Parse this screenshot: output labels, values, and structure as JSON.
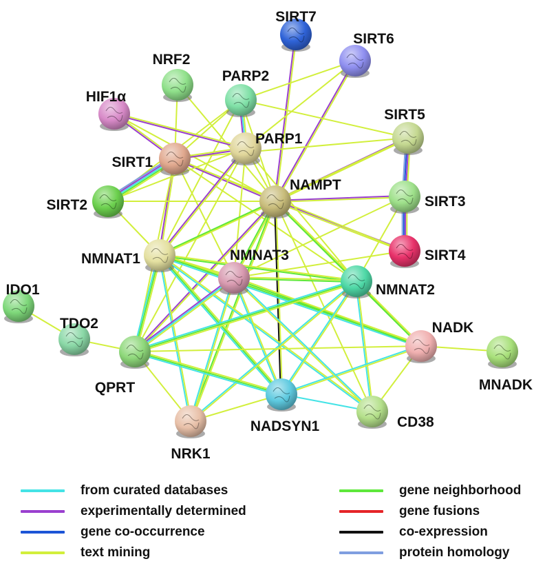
{
  "nodes": [
    {
      "id": "SIRT7",
      "label": "SIRT7",
      "color": "#2f63d8"
    },
    {
      "id": "SIRT6",
      "label": "SIRT6",
      "color": "#8f8ff0"
    },
    {
      "id": "NRF2",
      "label": "NRF2",
      "color": "#8fe08a"
    },
    {
      "id": "PARP2",
      "label": "PARP2",
      "color": "#7fe0a6"
    },
    {
      "id": "HIF1a",
      "label": "HIF1α",
      "color": "#d88ac8"
    },
    {
      "id": "SIRT5",
      "label": "SIRT5",
      "color": "#c4d890"
    },
    {
      "id": "PARP1",
      "label": "PARP1",
      "color": "#e0d69a"
    },
    {
      "id": "SIRT1",
      "label": "SIRT1",
      "color": "#e0a88e"
    },
    {
      "id": "NAMPT",
      "label": "NAMPT",
      "color": "#c8bc7a"
    },
    {
      "id": "SIRT2",
      "label": "SIRT2",
      "color": "#6cd04e"
    },
    {
      "id": "SIRT3",
      "label": "SIRT3",
      "color": "#9ee08a"
    },
    {
      "id": "NMNAT1",
      "label": "NMNAT1",
      "color": "#e4e0a0"
    },
    {
      "id": "NMNAT3",
      "label": "NMNAT3",
      "color": "#d89ab0"
    },
    {
      "id": "SIRT4",
      "label": "SIRT4",
      "color": "#e8326a"
    },
    {
      "id": "IDO1",
      "label": "IDO1",
      "color": "#7ed87a"
    },
    {
      "id": "NMNAT2",
      "label": "NMNAT2",
      "color": "#4ed8a6"
    },
    {
      "id": "TDO2",
      "label": "TDO2",
      "color": "#8ad8a6"
    },
    {
      "id": "NADK",
      "label": "NADK",
      "color": "#f0b0b0"
    },
    {
      "id": "MNADK",
      "label": "MNADK",
      "color": "#a8e07a"
    },
    {
      "id": "QPRT",
      "label": "QPRT",
      "color": "#8ed87a"
    },
    {
      "id": "NADSYN1",
      "label": "NADSYN1",
      "color": "#5ecae0"
    },
    {
      "id": "CD38",
      "label": "CD38",
      "color": "#b4e08a"
    },
    {
      "id": "NRK1",
      "label": "NRK1",
      "color": "#e8c0a8"
    }
  ],
  "edges": [
    {
      "source": "SIRT7",
      "target": "NAMPT",
      "types": [
        "experimental",
        "textmining"
      ]
    },
    {
      "source": "SIRT6",
      "target": "NAMPT",
      "types": [
        "experimental",
        "textmining"
      ]
    },
    {
      "source": "SIRT6",
      "target": "PARP1",
      "types": [
        "textmining"
      ]
    },
    {
      "source": "SIRT6",
      "target": "PARP2",
      "types": [
        "textmining"
      ]
    },
    {
      "source": "NRF2",
      "target": "NAMPT",
      "types": [
        "textmining"
      ]
    },
    {
      "source": "NRF2",
      "target": "SIRT1",
      "types": [
        "textmining"
      ]
    },
    {
      "source": "PARP2",
      "target": "PARP1",
      "types": [
        "database",
        "experimental",
        "textmining"
      ]
    },
    {
      "source": "PARP2",
      "target": "SIRT1",
      "types": [
        "textmining"
      ]
    },
    {
      "source": "PARP2",
      "target": "NAMPT",
      "types": [
        "textmining"
      ]
    },
    {
      "source": "PARP2",
      "target": "SIRT2",
      "types": [
        "textmining"
      ]
    },
    {
      "source": "PARP2",
      "target": "NMNAT1",
      "types": [
        "textmining"
      ]
    },
    {
      "source": "PARP2",
      "target": "SIRT5",
      "types": [
        "textmining"
      ]
    },
    {
      "source": "HIF1a",
      "target": "SIRT1",
      "types": [
        "experimental",
        "textmining"
      ]
    },
    {
      "source": "HIF1a",
      "target": "NAMPT",
      "types": [
        "textmining"
      ]
    },
    {
      "source": "HIF1a",
      "target": "PARP1",
      "types": [
        "experimental",
        "textmining"
      ]
    },
    {
      "source": "SIRT5",
      "target": "SIRT3",
      "types": [
        "experimental",
        "cooccurrence",
        "textmining",
        "homology"
      ]
    },
    {
      "source": "SIRT5",
      "target": "NAMPT",
      "types": [
        "experimental",
        "textmining"
      ]
    },
    {
      "source": "SIRT5",
      "target": "SIRT1",
      "types": [
        "textmining"
      ]
    },
    {
      "source": "SIRT5",
      "target": "NMNAT1",
      "types": [
        "textmining"
      ]
    },
    {
      "source": "SIRT3",
      "target": "SIRT4",
      "types": [
        "experimental",
        "cooccurrence",
        "textmining",
        "homology"
      ]
    },
    {
      "source": "SIRT3",
      "target": "NAMPT",
      "types": [
        "experimental",
        "textmining"
      ]
    },
    {
      "source": "SIRT3",
      "target": "NMNAT3",
      "types": [
        "textmining"
      ]
    },
    {
      "source": "SIRT3",
      "target": "NMNAT2",
      "types": [
        "textmining"
      ]
    },
    {
      "source": "SIRT4",
      "target": "NAMPT",
      "types": [
        "experimental",
        "textmining"
      ]
    },
    {
      "source": "SIRT4",
      "target": "NMNAT3",
      "types": [
        "textmining"
      ]
    },
    {
      "source": "SIRT4",
      "target": "SIRT1",
      "types": [
        "textmining"
      ]
    },
    {
      "source": "SIRT1",
      "target": "SIRT2",
      "types": [
        "database",
        "experimental",
        "textmining",
        "homology",
        "neighborhood"
      ]
    },
    {
      "source": "SIRT1",
      "target": "NAMPT",
      "types": [
        "experimental",
        "textmining"
      ]
    },
    {
      "source": "SIRT1",
      "target": "PARP1",
      "types": [
        "experimental",
        "textmining"
      ]
    },
    {
      "source": "SIRT1",
      "target": "NMNAT1",
      "types": [
        "experimental",
        "textmining"
      ]
    },
    {
      "source": "SIRT1",
      "target": "NMNAT2",
      "types": [
        "textmining"
      ]
    },
    {
      "source": "SIRT1",
      "target": "NMNAT3",
      "types": [
        "textmining"
      ]
    },
    {
      "source": "SIRT1",
      "target": "QPRT",
      "types": [
        "textmining"
      ]
    },
    {
      "source": "SIRT2",
      "target": "NAMPT",
      "types": [
        "textmining"
      ]
    },
    {
      "source": "SIRT2",
      "target": "NMNAT1",
      "types": [
        "textmining"
      ]
    },
    {
      "source": "SIRT2",
      "target": "PARP1",
      "types": [
        "textmining"
      ]
    },
    {
      "source": "PARP1",
      "target": "NAMPT",
      "types": [
        "textmining"
      ]
    },
    {
      "source": "PARP1",
      "target": "NMNAT1",
      "types": [
        "experimental",
        "textmining"
      ]
    },
    {
      "source": "PARP1",
      "target": "NMNAT2",
      "types": [
        "textmining"
      ]
    },
    {
      "source": "PARP1",
      "target": "NMNAT3",
      "types": [
        "textmining"
      ]
    },
    {
      "source": "PARP1",
      "target": "QPRT",
      "types": [
        "textmining"
      ]
    },
    {
      "source": "NAMPT",
      "target": "NMNAT1",
      "types": [
        "neighborhood",
        "textmining"
      ]
    },
    {
      "source": "NAMPT",
      "target": "NMNAT2",
      "types": [
        "neighborhood",
        "textmining"
      ]
    },
    {
      "source": "NAMPT",
      "target": "NMNAT3",
      "types": [
        "neighborhood",
        "textmining"
      ]
    },
    {
      "source": "NAMPT",
      "target": "NADSYN1",
      "types": [
        "coexpression",
        "textmining"
      ]
    },
    {
      "source": "NAMPT",
      "target": "QPRT",
      "types": [
        "experimental",
        "textmining"
      ]
    },
    {
      "source": "NAMPT",
      "target": "NRK1",
      "types": [
        "neighborhood",
        "textmining"
      ]
    },
    {
      "source": "NAMPT",
      "target": "NADK",
      "types": [
        "neighborhood",
        "textmining"
      ]
    },
    {
      "source": "NAMPT",
      "target": "CD38",
      "types": [
        "textmining"
      ]
    },
    {
      "source": "NMNAT1",
      "target": "NMNAT3",
      "types": [
        "neighborhood",
        "textmining"
      ]
    },
    {
      "source": "NMNAT1",
      "target": "NMNAT2",
      "types": [
        "neighborhood",
        "textmining"
      ]
    },
    {
      "source": "NMNAT1",
      "target": "QPRT",
      "types": [
        "database",
        "neighborhood",
        "textmining"
      ]
    },
    {
      "source": "NMNAT1",
      "target": "NADSYN1",
      "types": [
        "database",
        "neighborhood",
        "textmining"
      ]
    },
    {
      "source": "NMNAT1",
      "target": "NRK1",
      "types": [
        "database",
        "textmining"
      ]
    },
    {
      "source": "NMNAT1",
      "target": "NADK",
      "types": [
        "database",
        "neighborhood",
        "textmining"
      ]
    },
    {
      "source": "NMNAT1",
      "target": "CD38",
      "types": [
        "database",
        "textmining"
      ]
    },
    {
      "source": "NMNAT3",
      "target": "NMNAT2",
      "types": [
        "neighborhood",
        "textmining"
      ]
    },
    {
      "source": "NMNAT3",
      "target": "QPRT",
      "types": [
        "database",
        "experimental",
        "textmining"
      ]
    },
    {
      "source": "NMNAT3",
      "target": "NADSYN1",
      "types": [
        "database",
        "textmining"
      ]
    },
    {
      "source": "NMNAT3",
      "target": "NRK1",
      "types": [
        "database",
        "textmining"
      ]
    },
    {
      "source": "NMNAT3",
      "target": "NADK",
      "types": [
        "neighborhood",
        "textmining"
      ]
    },
    {
      "source": "NMNAT2",
      "target": "QPRT",
      "types": [
        "database",
        "neighborhood",
        "textmining"
      ]
    },
    {
      "source": "NMNAT2",
      "target": "NADSYN1",
      "types": [
        "database",
        "textmining"
      ]
    },
    {
      "source": "NMNAT2",
      "target": "NRK1",
      "types": [
        "database",
        "textmining"
      ]
    },
    {
      "source": "NMNAT2",
      "target": "NADK",
      "types": [
        "neighborhood",
        "textmining"
      ]
    },
    {
      "source": "NMNAT2",
      "target": "CD38",
      "types": [
        "database",
        "textmining"
      ]
    },
    {
      "source": "NADK",
      "target": "MNADK",
      "types": [
        "textmining"
      ]
    },
    {
      "source": "NADK",
      "target": "NADSYN1",
      "types": [
        "database",
        "textmining"
      ]
    },
    {
      "source": "NADK",
      "target": "CD38",
      "types": [
        "textmining"
      ]
    },
    {
      "source": "NADK",
      "target": "QPRT",
      "types": [
        "textmining"
      ]
    },
    {
      "source": "CD38",
      "target": "NADSYN1",
      "types": [
        "database"
      ]
    },
    {
      "source": "CD38",
      "target": "NMNAT3",
      "types": [
        "database",
        "textmining"
      ]
    },
    {
      "source": "QPRT",
      "target": "NADSYN1",
      "types": [
        "database",
        "neighborhood",
        "textmining"
      ]
    },
    {
      "source": "QPRT",
      "target": "NRK1",
      "types": [
        "textmining"
      ]
    },
    {
      "source": "QPRT",
      "target": "TDO2",
      "types": [
        "textmining"
      ]
    },
    {
      "source": "TDO2",
      "target": "IDO1",
      "types": [
        "textmining"
      ]
    },
    {
      "source": "NRK1",
      "target": "NADSYN1",
      "types": [
        "textmining"
      ]
    }
  ],
  "legend": {
    "items": [
      {
        "key": "database",
        "label": "from curated databases",
        "color": "#44e3e6"
      },
      {
        "key": "experimental",
        "label": "experimentally determined",
        "color": "#9a3fcf"
      },
      {
        "key": "cooccurrence",
        "label": "gene co-occurrence",
        "color": "#1c55d6"
      },
      {
        "key": "textmining",
        "label": "text mining",
        "color": "#d2ef3c"
      },
      {
        "key": "neighborhood",
        "label": "gene neighborhood",
        "color": "#5ee83a"
      },
      {
        "key": "fusion",
        "label": "gene fusions",
        "color": "#e52428"
      },
      {
        "key": "coexpression",
        "label": "co-expression",
        "color": "#111111"
      },
      {
        "key": "homology",
        "label": "protein homology",
        "color": "#7f9ee0"
      }
    ]
  }
}
